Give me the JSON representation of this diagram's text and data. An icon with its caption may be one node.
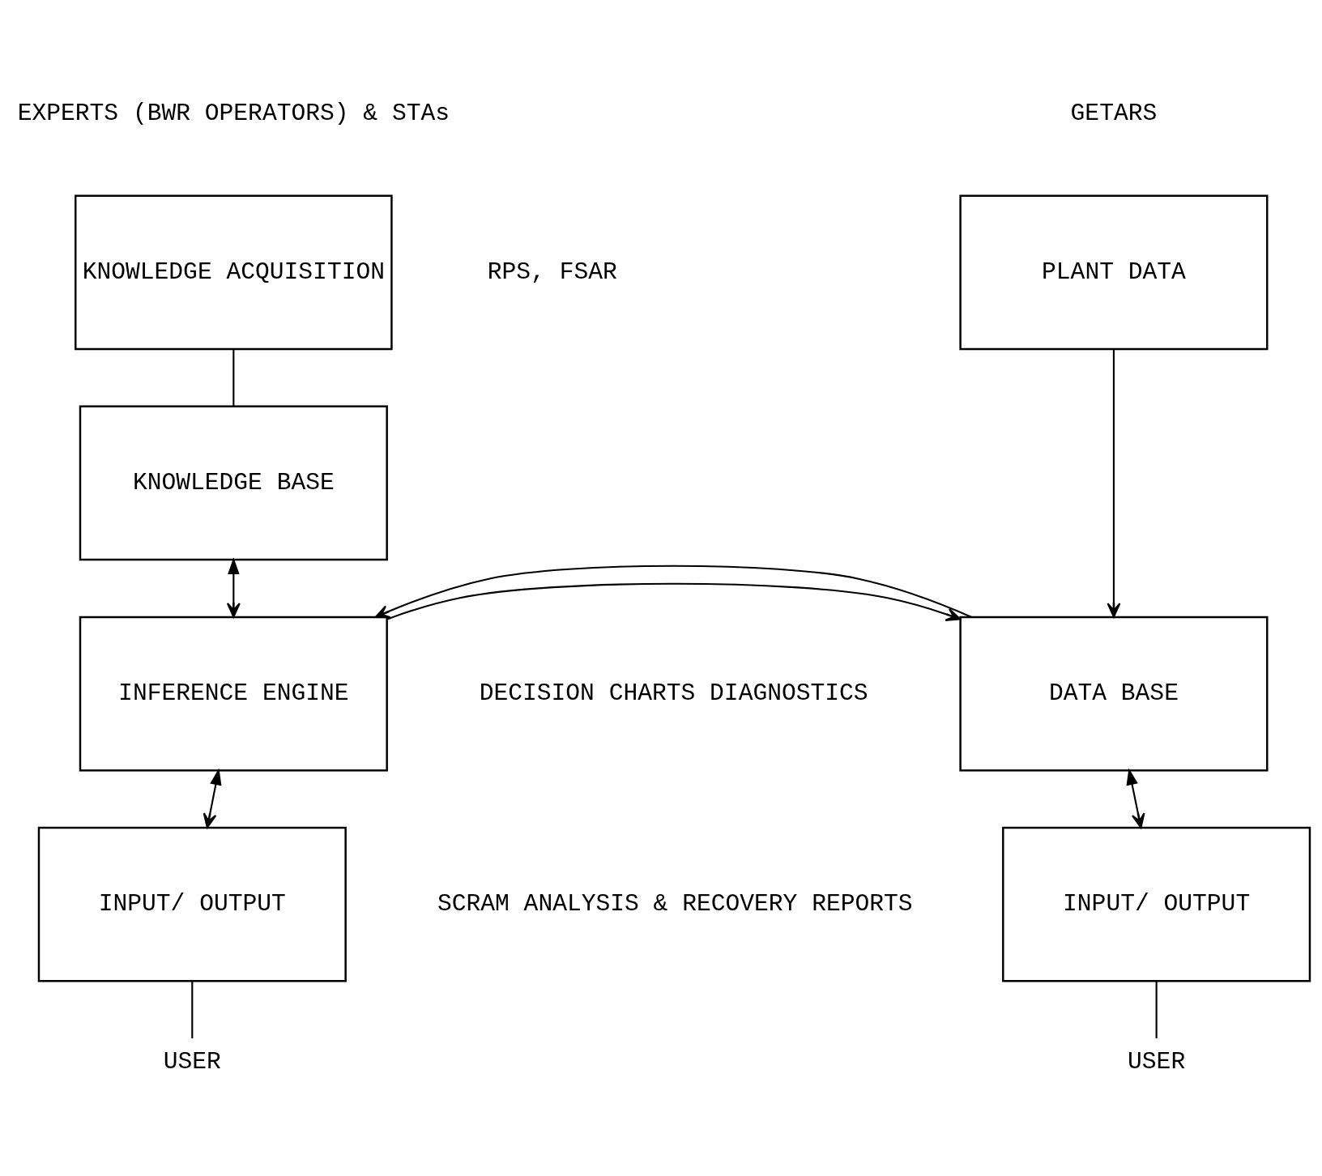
{
  "diagram": {
    "nodes": [
      {
        "text": [
          "PLANT DATA"
        ]
      },
      {
        "text": [
          "KNOWLEDGE ACQUISITION"
        ],
        "beside": [
          "RPS, FSAR"
        ]
      },
      {
        "text": [
          "KNOWLEDGE BASE"
        ]
      },
      {
        "text": [
          "DATA BASE"
        ]
      },
      {
        "text": [
          "INFERENCE ENGINE"
        ],
        "beside": [
          "DECISION CHARTS DIAGNOSTICS"
        ]
      },
      {
        "text": [
          "INPUT/ OUTPUT"
        ]
      },
      {
        "text": [
          "INPUT/ OUTPUT"
        ],
        "beside": [
          "SCRAM ANALYSIS & RECOVERY REPORTS"
        ]
      },
      {
        "text": [
          "USER"
        ]
      },
      {
        "text": [
          "USER"
        ]
      }
    ],
    "edges": [
      {
        "from": 0,
        "to": 3,
        "arrow": "to"
      },
      {
        "from": 1,
        "to": 2,
        "arrow": "none"
      },
      {
        "from": 2,
        "to": 4,
        "arrow": "both"
      },
      {
        "from": 4,
        "to": 3,
        "arrow": "to"
      },
      {
        "from": 3,
        "to": 4,
        "arrow": "to"
      },
      {
        "from": 3,
        "to": 5,
        "arrow": "both"
      },
      {
        "from": 4,
        "to": 6,
        "arrow": "both"
      },
      {
        "from": 5,
        "to": 7,
        "arrow": "none"
      },
      {
        "from": 6,
        "to": 8,
        "arrow": "none"
      }
    ],
    "labels": [
      "GETARS",
      "EXPERTS (BWR OPERATORS) & STAs"
    ]
  }
}
